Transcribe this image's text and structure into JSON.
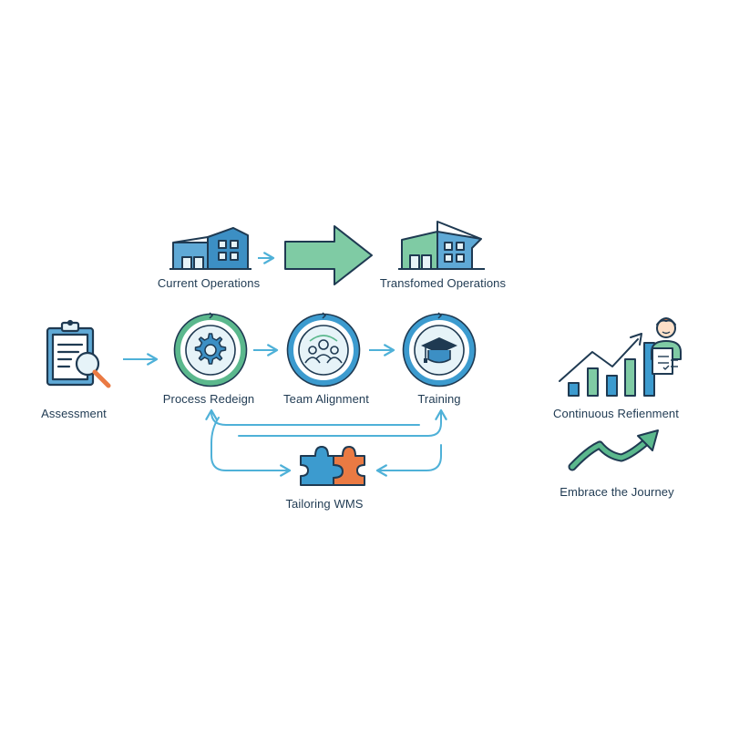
{
  "labels": {
    "current_operations": "Current Operations",
    "transformed_operations": "Transfomed Operations",
    "assessment": "Assessment",
    "process_redesign": "Process Redeign",
    "team_alignment": "Team Alignment",
    "training": "Training",
    "tailoring_wms": "Tailoring WMS",
    "continuous_refinement": "Continuous Refienment",
    "embrace_journey": "Embrace the Journey"
  },
  "icons": {
    "current_operations": "warehouse-icon",
    "transformed_operations": "warehouse-icon",
    "big_arrow": "right-arrow-icon",
    "assessment": "clipboard-magnifier-icon",
    "process_redesign": "gear-icon",
    "team_alignment": "team-icon",
    "training": "graduation-cap-icon",
    "tailoring_wms": "puzzle-icon",
    "continuous_refinement": "growth-chart-icon",
    "embrace_journey": "trend-arrow-icon"
  },
  "colors": {
    "navy": "#1f3a52",
    "blue": "#3c9bcf",
    "light_blue": "#7ec3e6",
    "green": "#5bb88d",
    "light_green": "#7fcba4",
    "orange": "#ea7a43",
    "pale": "#e6f3f8"
  }
}
